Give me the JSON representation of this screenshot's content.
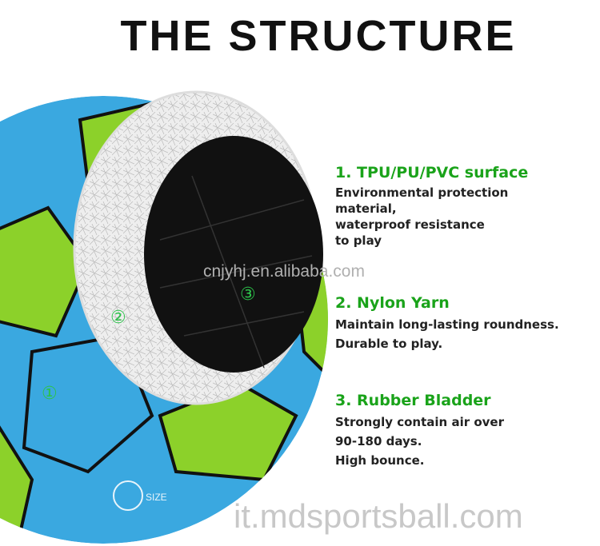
{
  "title": "THE STRUCTURE",
  "features": [
    {
      "heading": "1. TPU/PU/PVC surface",
      "lines": [
        "Environmental protection",
        "material,",
        "waterproof resistance",
        "to play"
      ]
    },
    {
      "heading": "2. Nylon Yarn",
      "lines": [
        "Maintain long-lasting roundness.",
        "Durable to play."
      ]
    },
    {
      "heading": "3. Rubber Bladder",
      "lines": [
        "Strongly contain air over",
        "90-180 days.",
        "High bounce."
      ]
    }
  ],
  "markers": [
    "①",
    "②",
    "③"
  ],
  "watermarks": {
    "center": "cnjyhj.en.alibaba.com",
    "bottom": "it.mdsportsball.com"
  },
  "ball_label": "SIZE",
  "colors": {
    "heading": "#1aa31a",
    "ball_blue": "#3aa8e0",
    "ball_green": "#8cd12a"
  }
}
